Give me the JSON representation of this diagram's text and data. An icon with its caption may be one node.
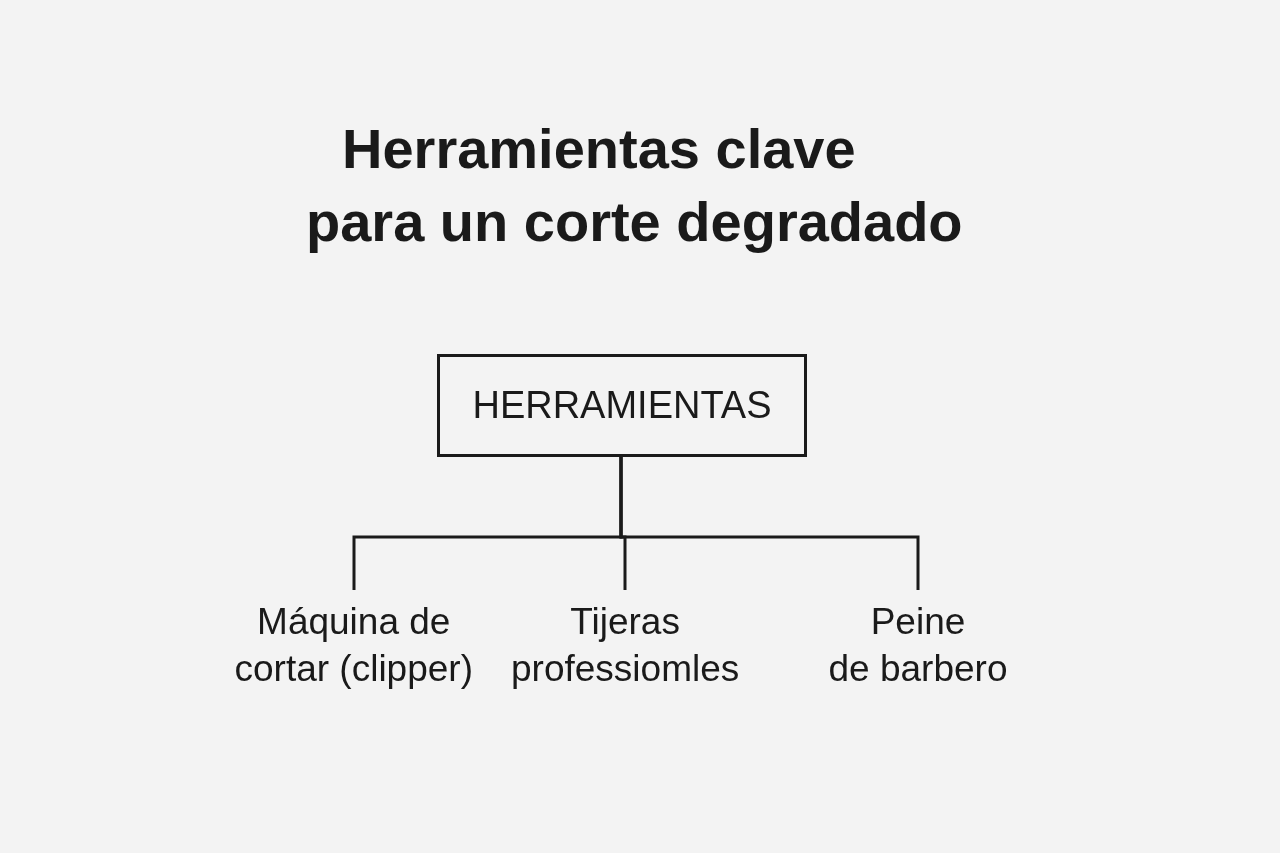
{
  "diagram": {
    "title": "Herramientas clave para un corte degradado",
    "nodes": [
      {
        "text": [
          "HERRAMIENTAS"
        ]
      },
      {
        "text": [
          "Máquina de cortar (clipper)"
        ]
      },
      {
        "text": [
          "Tijeras professiomles"
        ]
      },
      {
        "text": [
          "Peine de barbero"
        ]
      }
    ],
    "edges": [
      {
        "from": 0,
        "to": 1,
        "arrow": "none"
      },
      {
        "from": 0,
        "to": 2,
        "arrow": "none"
      },
      {
        "from": 0,
        "to": 3,
        "arrow": "none"
      }
    ]
  }
}
